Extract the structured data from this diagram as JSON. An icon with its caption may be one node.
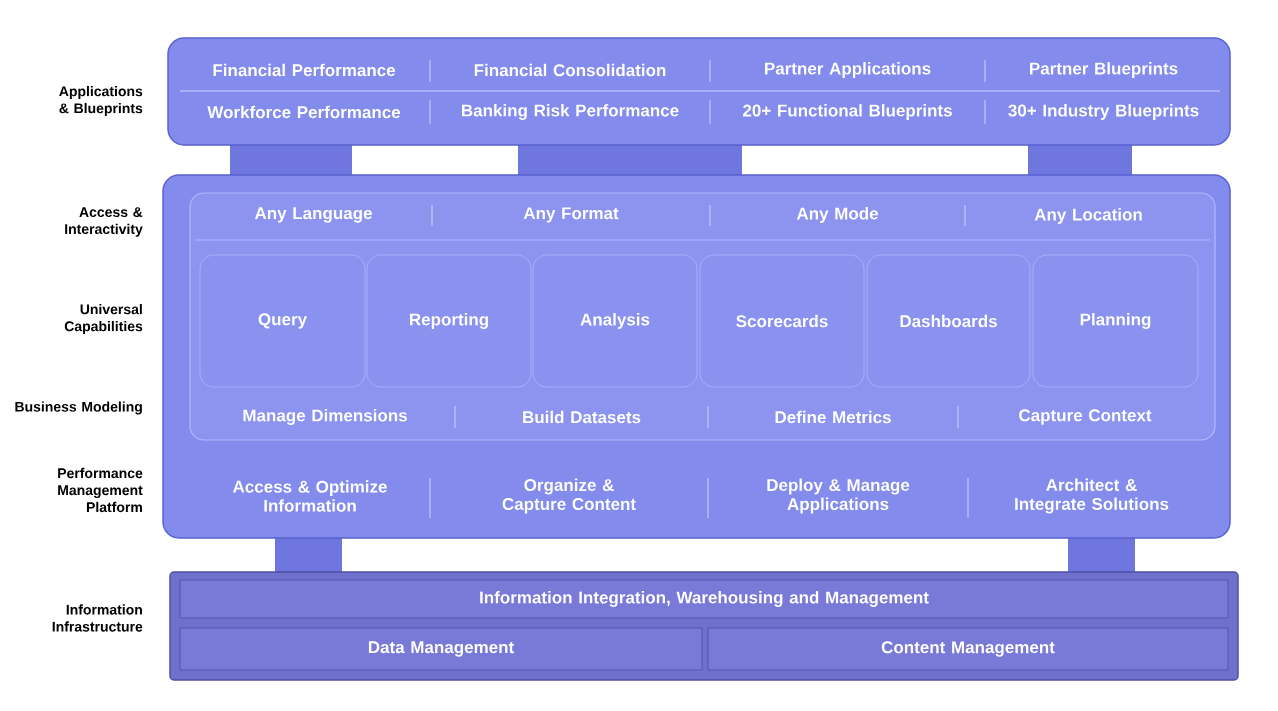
{
  "diagram": {
    "nodes": [
      {
        "text": [],
        "shape": "box"
      },
      {
        "text": [
          "Financial Performance"
        ],
        "in": 0
      },
      {
        "text": [
          "Financial Consolidation"
        ],
        "in": 0
      },
      {
        "text": [
          "Partner Applications"
        ],
        "in": 0
      },
      {
        "text": [
          "Partner Blueprints"
        ],
        "in": 0
      },
      {
        "text": [
          "Workforce Performance"
        ],
        "in": 0
      },
      {
        "text": [
          "Banking Risk Performance"
        ],
        "in": 0
      },
      {
        "text": [
          "20+ Functional Blueprints"
        ],
        "in": 0
      },
      {
        "text": [
          "30+ Industry Blueprints"
        ],
        "in": 0
      },
      {
        "text": [],
        "shape": "box"
      },
      {
        "text": [],
        "shape": "box",
        "in": 9
      },
      {
        "text": [
          "Any Language"
        ],
        "in": 10
      },
      {
        "text": [
          "Any Format"
        ],
        "in": 10
      },
      {
        "text": [
          "Any Mode"
        ],
        "in": 10
      },
      {
        "text": [
          "Any Location"
        ],
        "in": 10
      },
      {
        "text": [
          "Query"
        ],
        "in": 10
      },
      {
        "text": [
          "Reporting"
        ],
        "in": 10
      },
      {
        "text": [
          "Analysis"
        ],
        "in": 10
      },
      {
        "text": [
          "Scorecards"
        ],
        "in": 10
      },
      {
        "text": [
          "Dashboards"
        ],
        "in": 10
      },
      {
        "text": [
          "Planning"
        ],
        "in": 10
      },
      {
        "text": [
          "Manage Dimensions"
        ],
        "in": 10
      },
      {
        "text": [
          "Build Datasets"
        ],
        "in": 10
      },
      {
        "text": [
          "Define Metrics"
        ],
        "in": 10
      },
      {
        "text": [
          "Capture Context"
        ],
        "in": 10
      },
      {
        "text": [
          "Access & Optimize Information"
        ],
        "in": 9
      },
      {
        "text": [
          "Organize & Capture Content"
        ],
        "in": 9
      },
      {
        "text": [
          "Deploy & Manage Applications"
        ],
        "in": 9
      },
      {
        "text": [
          "Architect & Integrate Solutions"
        ],
        "in": 9
      },
      {
        "text": [],
        "shape": "box"
      },
      {
        "text": [
          "Information Integration, Warehousing and Management"
        ],
        "in": 29
      },
      {
        "text": [
          "Data Management"
        ],
        "in": 29
      },
      {
        "text": [
          "Content Management"
        ],
        "in": 29
      }
    ],
    "labels": [
      "Applications & Blueprints",
      "Access & Interactivity",
      "Universal Capabilities",
      "Business Modeling",
      "Performance Management Platform",
      "Information Infrastructure"
    ]
  }
}
